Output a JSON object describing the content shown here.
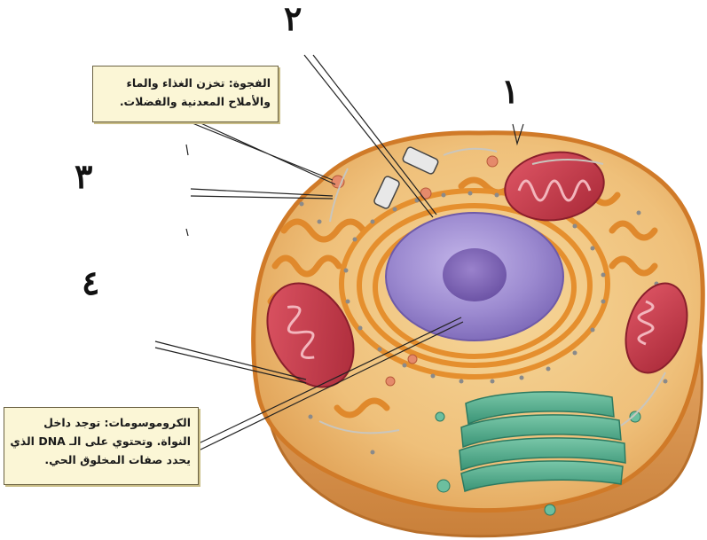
{
  "figure": {
    "callouts": {
      "vacuole": {
        "line1": "الفجوة: تخزن الغذاء والماء",
        "line2": "والأملاح المعدنية والفضلات."
      },
      "chromosomes": {
        "line1": "الكروموسومات: توجد داخل",
        "line2": "النواة. وتحتوي على الـ DNA الذي",
        "line3": "يحدد صفات المخلوق الحي."
      }
    },
    "labels": {
      "one": "١",
      "two": "٢",
      "three": "٣",
      "four": "٤"
    }
  },
  "colors": {
    "membrane": "#d9862e",
    "cytoplasm": "#f0c27a",
    "er": "#e89a36",
    "nucleus": "#9a86cc",
    "nucleolus": "#7d62b4",
    "mitochondria": "#c8394a",
    "golgi": "#4fae8e",
    "callout_bg": "#fbf6d6"
  }
}
